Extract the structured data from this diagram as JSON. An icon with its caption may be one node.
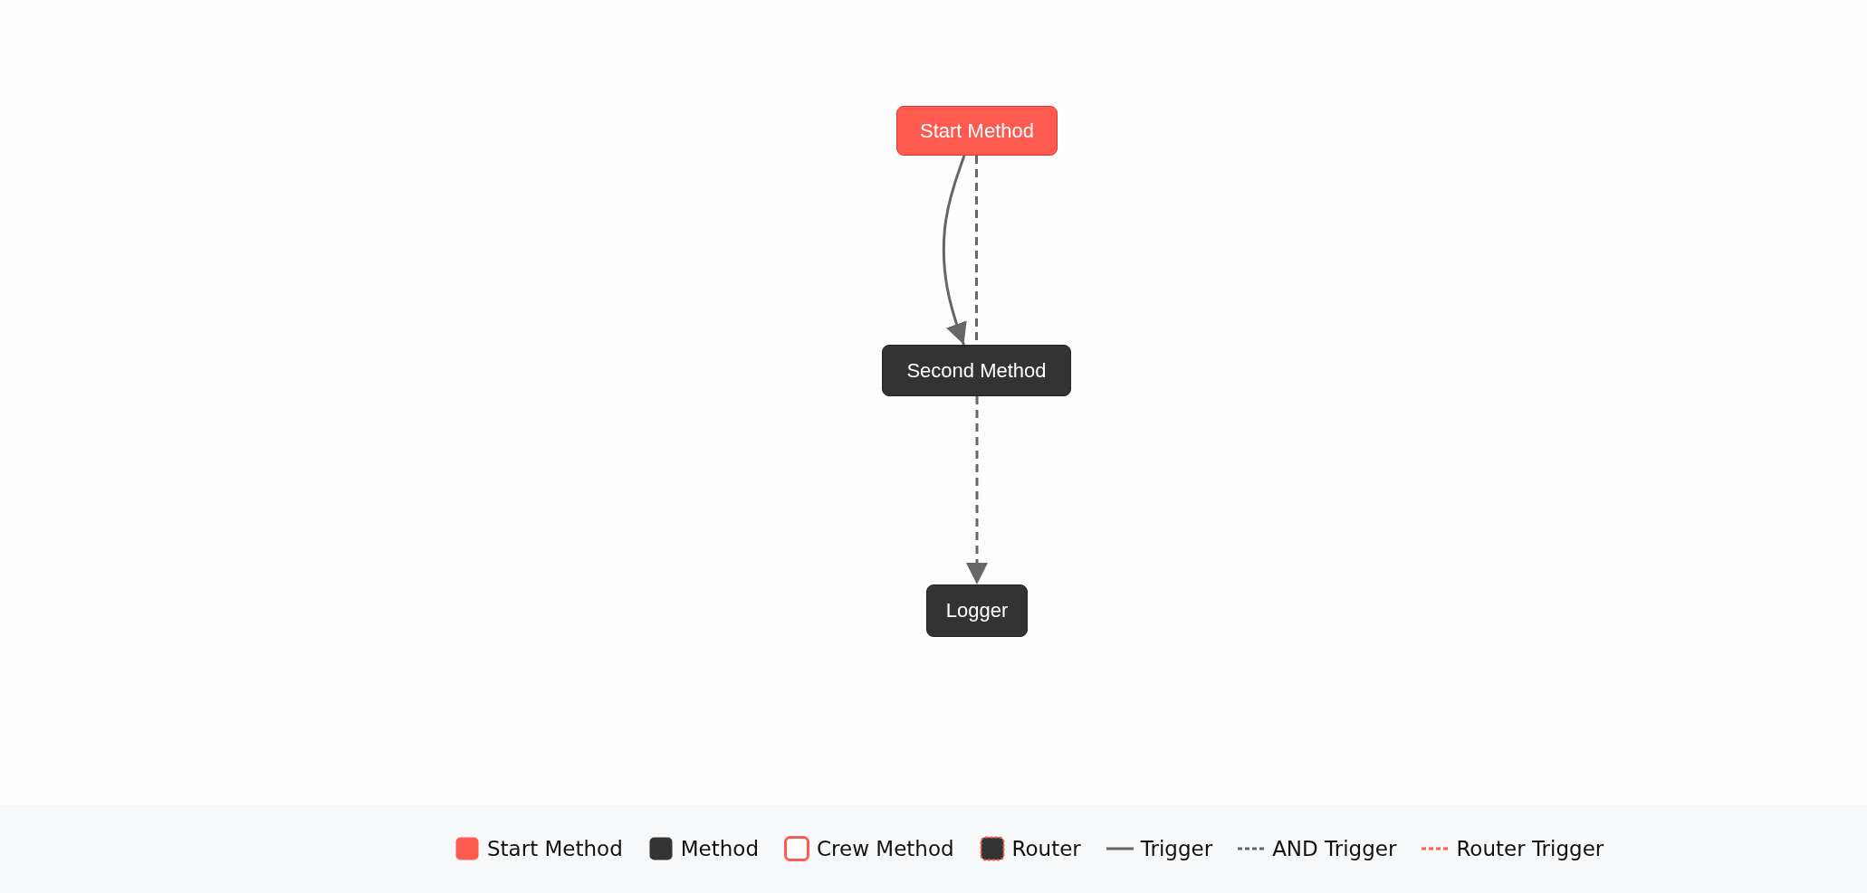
{
  "diagram": {
    "nodes": [
      {
        "text": [
          "Start Method"
        ]
      },
      {
        "text": [
          "Second Method"
        ]
      },
      {
        "text": [
          "Logger"
        ]
      }
    ],
    "edges": [
      {
        "from": 0,
        "to": 1,
        "arrow": "to"
      },
      {
        "from": 0,
        "to": 1,
        "arrow": "none",
        "style": "dashed"
      },
      {
        "from": 1,
        "to": 2,
        "arrow": "to",
        "style": "dashed"
      }
    ],
    "legend": [
      {
        "text": "Start Method",
        "color": "#ff5a50"
      },
      {
        "text": "Method",
        "color": "#333333"
      },
      {
        "text": "Crew Method"
      },
      {
        "text": "Router"
      },
      {
        "text": "Trigger"
      },
      {
        "text": "AND Trigger"
      },
      {
        "text": "Router Trigger"
      }
    ]
  }
}
